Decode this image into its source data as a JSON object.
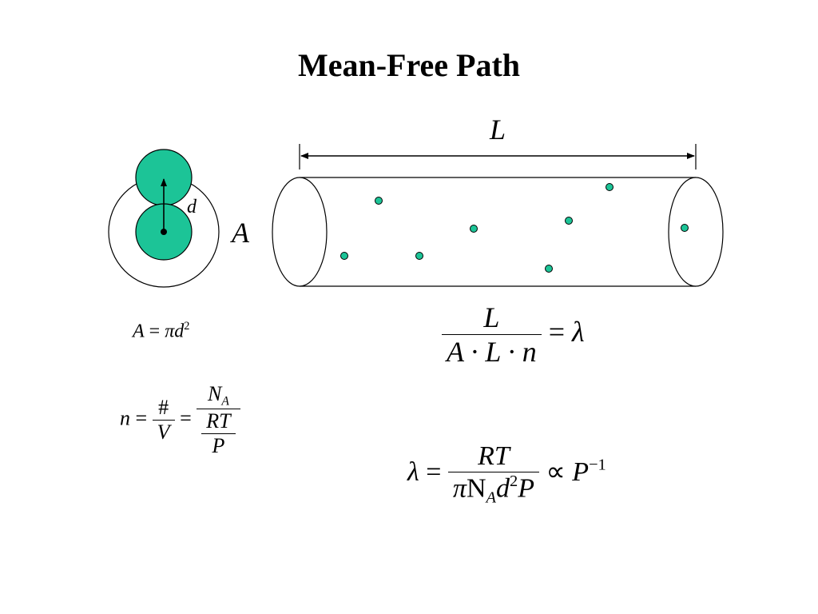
{
  "title": "Mean-Free Path",
  "diagram": {
    "colors": {
      "molecule_fill": "#1cc497",
      "outline": "#000000"
    },
    "labels": {
      "diameter": "d",
      "cross_section": "A",
      "length": "L"
    }
  },
  "equations": {
    "area": {
      "lhs": "A",
      "eq": "=",
      "pi": "π",
      "d": "d",
      "exp": "2"
    },
    "density": {
      "n": "n",
      "eq1": "=",
      "hash": "#",
      "V": "V",
      "eq2": "=",
      "NA_N": "N",
      "NA_sub": "A",
      "RT": "RT",
      "P": "P"
    },
    "path_ratio": {
      "num": "L",
      "den": "A · L · n",
      "eq": "=",
      "rhs": "λ"
    },
    "lambda": {
      "lhs": "λ",
      "eq": "=",
      "num": "RT",
      "den_pi": "π",
      "den_N": "N",
      "den_sub": "A",
      "den_d": "d",
      "den_exp": "2",
      "den_P": "P",
      "prop": "∝",
      "P": "P",
      "exp": "−1"
    }
  }
}
